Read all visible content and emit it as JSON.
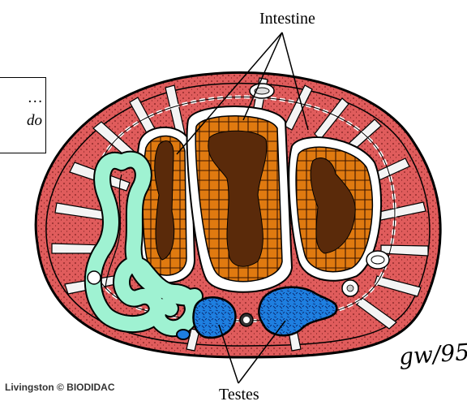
{
  "labels": {
    "intestine": "Intestine",
    "testes": "Testes"
  },
  "partial_box": {
    "line1": "…",
    "line2": "do"
  },
  "credit": "Livingston © BIODIDAC",
  "signature": "gw/95",
  "colors": {
    "body_wall": "#e05c5c",
    "muscle_band": "#ffffff",
    "intestine_lumen": "#5a2a0a",
    "intestine_cells": "#e07a10",
    "nephridium": "#9ff2d2",
    "testes": "#1e7fe0",
    "outline": "#000000"
  }
}
